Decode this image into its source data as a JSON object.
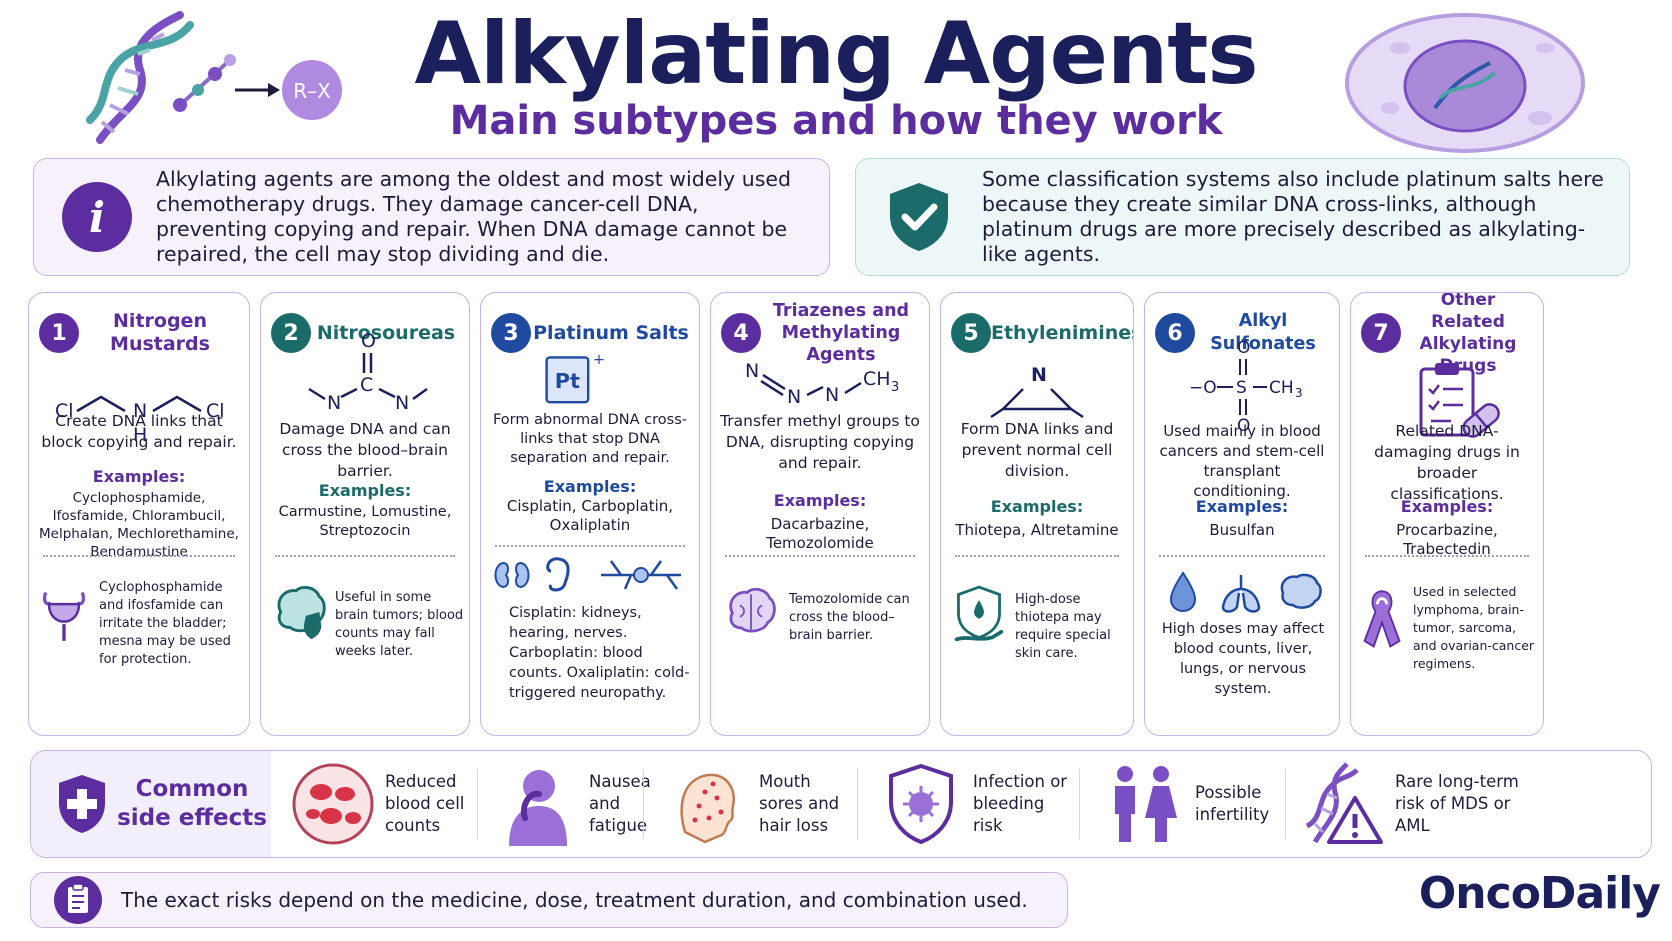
{
  "header": {
    "title": "Alkylating Agents",
    "subtitle": "Main subtypes and how they work",
    "rx_label": "R–X"
  },
  "intro": {
    "left_text": "Alkylating agents are among the oldest and most widely used chemotherapy drugs. They damage cancer-cell DNA, preventing copying and repair. When DNA damage cannot be repaired, the cell may stop dividing and die.",
    "right_text": "Some classification systems also include platinum salts here because they create similar DNA cross-links, although platinum drugs are more precisely described as alkylating-like agents."
  },
  "examples_label": "Examples:",
  "cards": [
    {
      "number": "1",
      "title": "Nitrogen Mustards",
      "color": "#5b2d9e",
      "description": "Create DNA links that block copying and repair.",
      "examples": "Cyclophosphamide, Ifosfamide, Chlorambucil, Melphalan, Mechlorethamine, Bendamustine",
      "note": "Cyclophosphamide and ifosfamide can irritate the bladder; mesna may be used for protection.",
      "note_icon": "bladder-icon",
      "structure": {
        "left": "Cl",
        "center": "N",
        "center_h": "H",
        "right": "Cl"
      }
    },
    {
      "number": "2",
      "title": "Nitrosoureas",
      "color": "#1a6b6a",
      "description": "Damage DNA and can cross the blood–brain barrier.",
      "examples": "Carmustine, Lomustine, Streptozocin",
      "note": "Useful in some brain tumors; blood counts may fall weeks later.",
      "note_icon": "brain-shield-icon",
      "structure": {
        "top": "O",
        "center": "C",
        "left": "N",
        "right": "N"
      }
    },
    {
      "number": "3",
      "title": "Platinum Salts",
      "color": "#1f4aa0",
      "description": "Form abnormal DNA cross-links that stop DNA separation and repair.",
      "examples": "Cisplatin, Carboplatin, Oxaliplatin",
      "note": "Cisplatin: kidneys, hearing, nerves. Carboplatin: blood counts. Oxaliplatin: cold-triggered neuropathy.",
      "note_icon": "kidney-ear-nerve-icon",
      "structure": {
        "element": "Pt",
        "charge": "+"
      }
    },
    {
      "number": "4",
      "title": "Triazenes and Methylating Agents",
      "color": "#5b2d9e",
      "description": "Transfer methyl groups to DNA, disrupting copying and repair.",
      "examples": "Dacarbazine, Temozolomide",
      "note": "Temozolomide can cross the blood–brain barrier.",
      "note_icon": "brain-icon",
      "structure": {
        "n1": "N",
        "n2": "N",
        "n3": "N",
        "group": "CH",
        "sub": "3"
      }
    },
    {
      "number": "5",
      "title": "Ethylenimines",
      "color": "#1a6b6a",
      "description": "Form DNA links and prevent normal cell division.",
      "examples": "Thiotepa, Altretamine",
      "note": "High-dose thiotepa may require special skin care.",
      "note_icon": "skin-care-icon",
      "structure": {
        "atom": "N"
      }
    },
    {
      "number": "6",
      "title": "Alkyl Sulfonates",
      "color": "#1f4aa0",
      "description": "Used mainly in blood cancers and stem-cell transplant conditioning.",
      "examples": "Busulfan",
      "note": "High doses may affect blood counts, liver, lungs, or nervous system.",
      "note_icon": "blood-lungs-brain-icon",
      "structure": {
        "top": "O",
        "left": "−O",
        "center": "S",
        "right": "CH",
        "sub": "3",
        "bottom": "O"
      }
    },
    {
      "number": "7",
      "title": "Other Related Alkylating Drugs",
      "color": "#5b2d9e",
      "description": "Related DNA-damaging drugs in broader classifications.",
      "examples": "Procarbazine, Trabectedin",
      "note": "Used in selected lymphoma, brain-tumor, sarcoma, and ovarian-cancer regimens.",
      "note_icon": "ribbon-icon"
    }
  ],
  "side_effects": {
    "title": "Common side effects",
    "items": [
      {
        "label": "Reduced blood cell counts",
        "icon": "blood-cells-icon"
      },
      {
        "label": "Nausea and fatigue",
        "icon": "nausea-icon"
      },
      {
        "label": "Mouth sores and hair loss",
        "icon": "face-sores-icon"
      },
      {
        "label": "Infection or bleeding risk",
        "icon": "virus-shield-icon"
      },
      {
        "label": "Possible infertility",
        "icon": "couple-icon"
      },
      {
        "label": "Rare long-term risk of MDS or AML",
        "icon": "dna-warning-icon"
      }
    ]
  },
  "footer": {
    "note": "The exact risks depend on the medicine, dose, treatment duration, and combination used.",
    "brand": "OncoDaily"
  },
  "colors": {
    "purple": "#5b2d9e",
    "teal": "#1a6b6a",
    "blue": "#1f4aa0",
    "navy": "#1b1f5c"
  }
}
